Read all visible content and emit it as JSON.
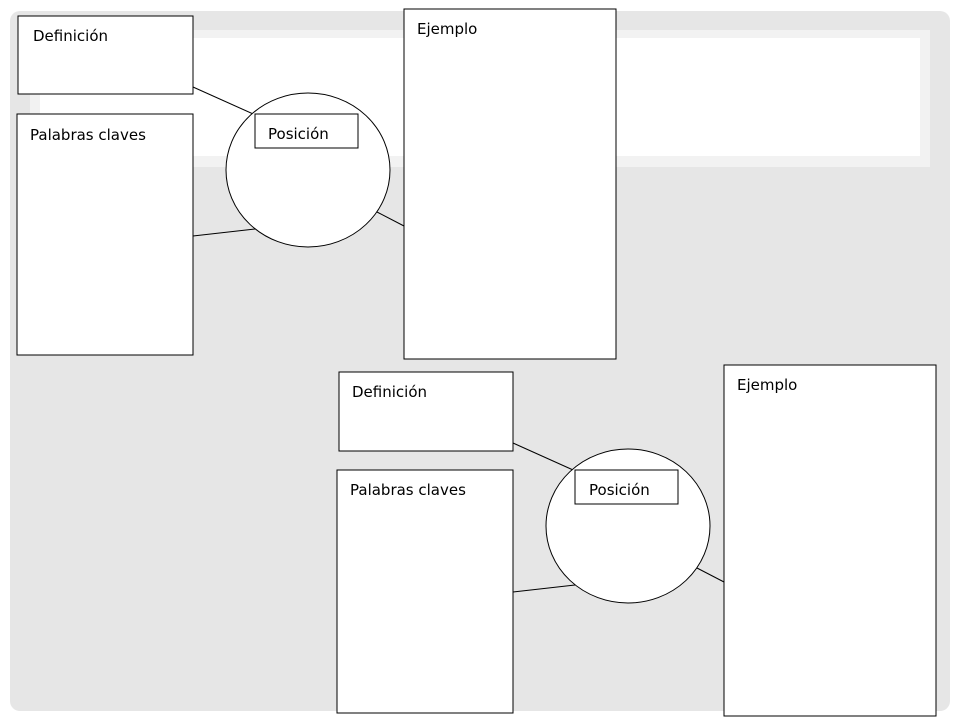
{
  "diagrams": [
    {
      "definicion_label": "Definición",
      "palabras_label": "Palabras claves",
      "posicion_label": "Posición",
      "ejemplo_label": "Ejemplo"
    },
    {
      "definicion_label": "Definición",
      "palabras_label": "Palabras claves",
      "posicion_label": "Posición",
      "ejemplo_label": "Ejemplo"
    }
  ],
  "colors": {
    "slide_background": "#e6e6e6",
    "box_fill": "#ffffff",
    "stroke": "#000000"
  }
}
